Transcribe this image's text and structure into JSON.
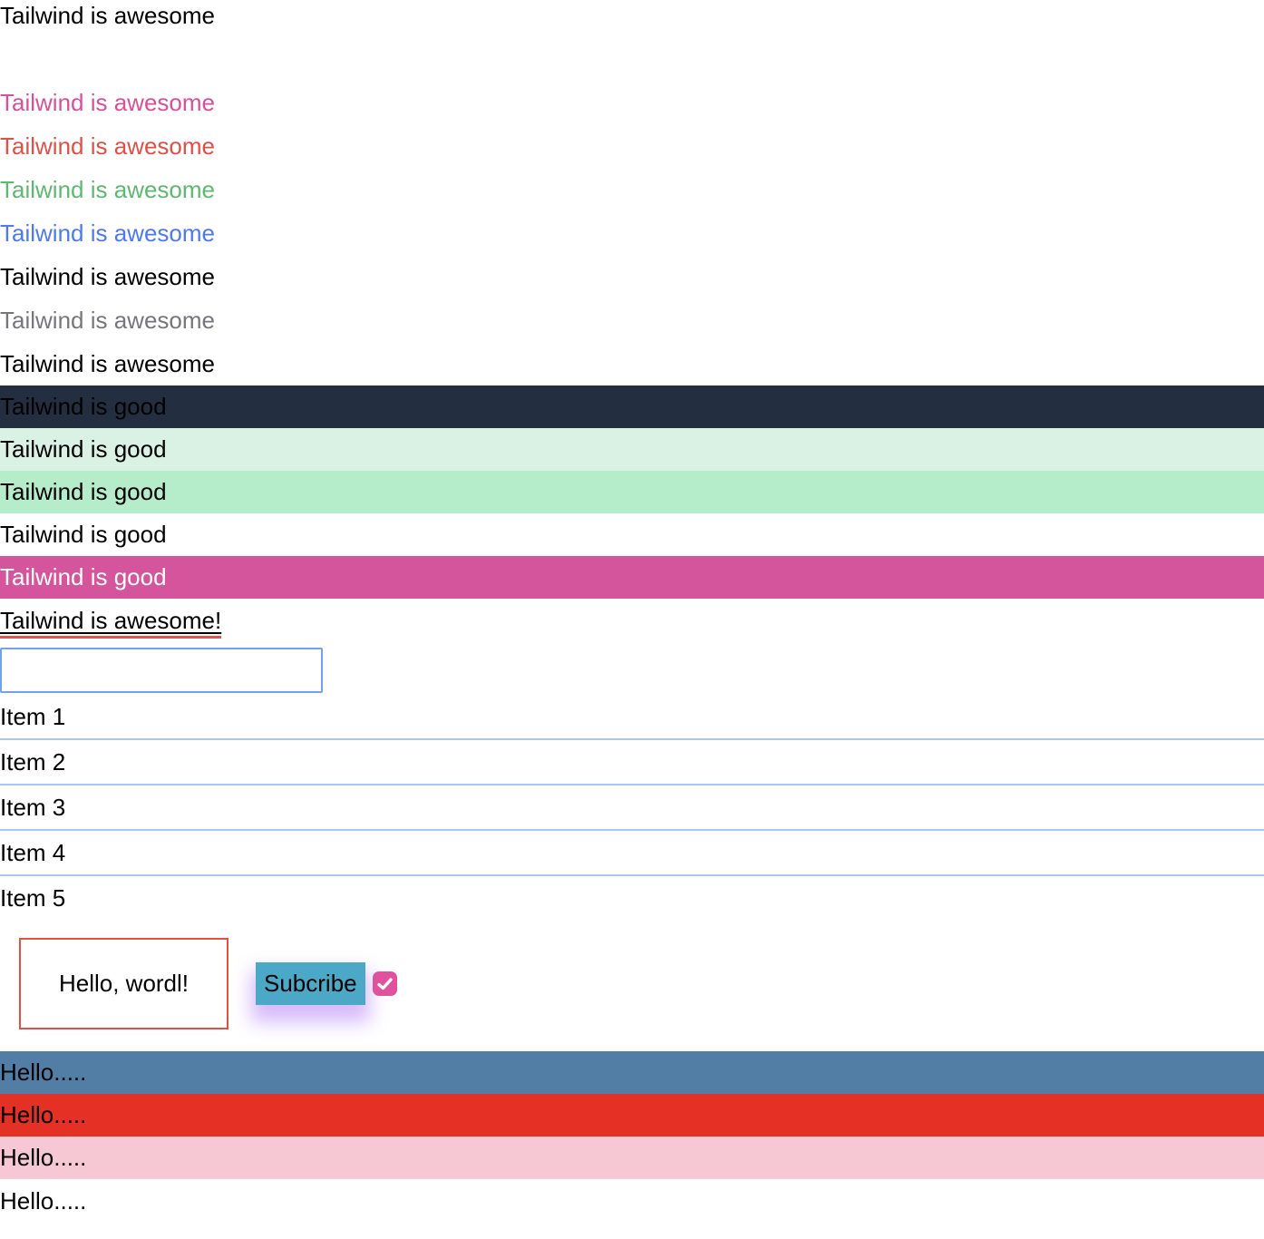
{
  "heading": {
    "text": "Tailwind is awesome"
  },
  "colored_lines": [
    {
      "text": "Tailwind is awesome",
      "color": "#d8509a"
    },
    {
      "text": "Tailwind is awesome",
      "color": "#df5046"
    },
    {
      "text": "Tailwind is awesome",
      "color": "#5cb96f"
    },
    {
      "text": "Tailwind is awesome",
      "color": "#4d7af0"
    },
    {
      "text": "Tailwind is awesome",
      "color": "#000000"
    },
    {
      "text": "Tailwind is awesome",
      "color": "#76767e"
    },
    {
      "text": "Tailwind is awesome",
      "color": "#000000"
    }
  ],
  "good_rows": [
    {
      "text": "Tailwind is good",
      "bg": "#232e41",
      "color": "#000000"
    },
    {
      "text": "Tailwind is good",
      "bg": "#daf2e3",
      "color": "#000000"
    },
    {
      "text": "Tailwind is good",
      "bg": "#b5edca",
      "color": "#000000"
    },
    {
      "text": "Tailwind is good",
      "bg": "#ffffff",
      "color": "#000000"
    },
    {
      "text": "Tailwind is good",
      "bg": "#d4559c",
      "color": "#ffffff"
    }
  ],
  "underlined": {
    "text": "Tailwind is awesome!",
    "underline_color": "#e0554a"
  },
  "input": {
    "value": "",
    "placeholder": "",
    "border_color": "#70a3ea"
  },
  "items": {
    "divider_color": "#a9c7ef",
    "list": [
      {
        "label": "Item 1"
      },
      {
        "label": "Item 2"
      },
      {
        "label": "Item 3"
      },
      {
        "label": "Item 4"
      },
      {
        "label": "Item 5"
      }
    ]
  },
  "hello_box": {
    "text": "Hello, wordl!",
    "border_color": "#dd5344"
  },
  "subscribe": {
    "label": "Subcribe",
    "bg": "#4ba8c6",
    "glow_color": "#a668f6",
    "checkbox_checked": true,
    "checkbox_color": "#e0529c"
  },
  "hello_rows": [
    {
      "text": "Hello.....",
      "bg": "#527ea6"
    },
    {
      "text": "Hello.....",
      "bg": "#e53026"
    },
    {
      "text": "Hello.....",
      "bg": "#f5c8d3"
    },
    {
      "text": "Hello.....",
      "bg": "#ffffff"
    }
  ]
}
